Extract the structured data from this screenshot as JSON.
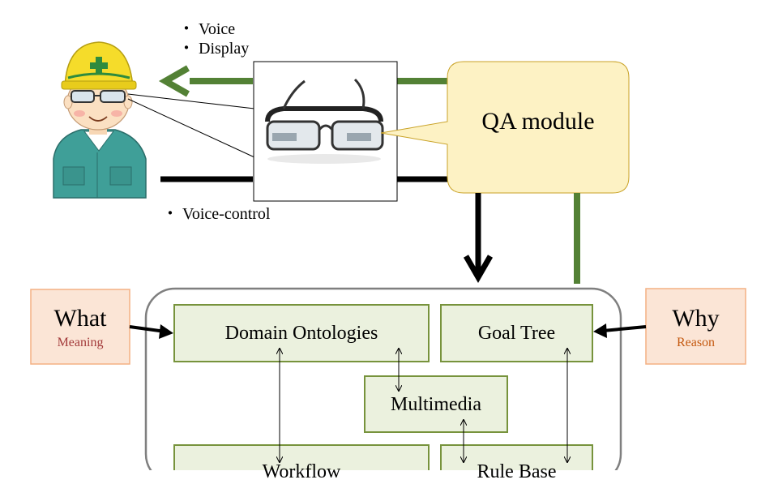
{
  "output_bullets": [
    "・ Voice",
    "・ Display"
  ],
  "input_bullet": "・ Voice-control",
  "qa_module": "QA module",
  "what": {
    "title": "What",
    "subtitle": "Meaning"
  },
  "why": {
    "title": "Why",
    "subtitle": "Reason"
  },
  "boxes": {
    "domain_ontologies": "Domain Ontologies",
    "goal_tree": "Goal Tree",
    "multimedia": "Multimedia",
    "workflow_partial": "Workflow",
    "rule_base_partial": "Rule Base"
  },
  "colors": {
    "green_arrow": "#538135",
    "box_fill": "#ebf1de",
    "box_border": "#77933c",
    "qa_fill": "#fdf2c4",
    "qa_border": "#c9a227",
    "side_fill": "#fbe5d6",
    "side_border": "#f4b183",
    "meaning": "#a33b3b",
    "reason": "#c55a11",
    "container_border": "#7f7f7f"
  },
  "icons": [
    "worker-icon",
    "smart-glasses-icon"
  ]
}
